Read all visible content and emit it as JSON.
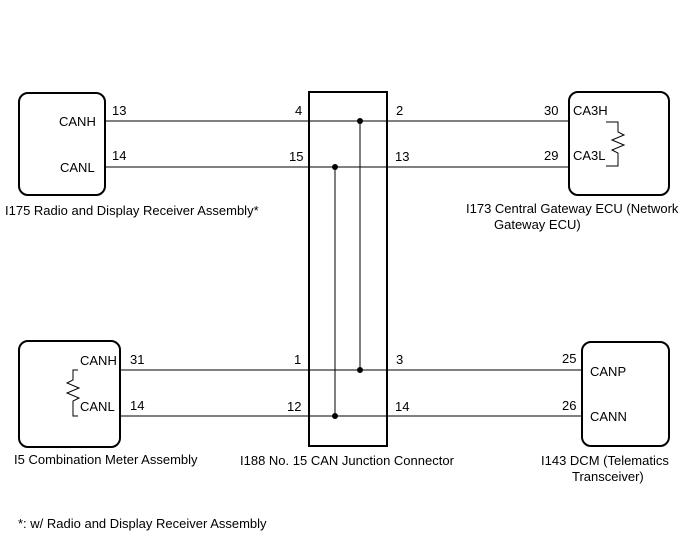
{
  "components": {
    "radio": {
      "labels": [
        "CANH",
        "CANL"
      ],
      "pins": [
        "13",
        "14"
      ],
      "caption": [
        "I175  Radio and Display Receiver Assembly*"
      ]
    },
    "gateway": {
      "labels": [
        "CA3H",
        "CA3L"
      ],
      "pins": [
        "30",
        "29"
      ],
      "caption": [
        "I173 Central Gateway ECU (Network",
        "Gateway ECU)"
      ]
    },
    "meter": {
      "labels": [
        "CANH",
        "CANL"
      ],
      "pins": [
        "31",
        "14"
      ],
      "caption": [
        "I5  Combination Meter Assembly"
      ]
    },
    "dcm": {
      "labels": [
        "CANP",
        "CANN"
      ],
      "pins": [
        "25",
        "26"
      ],
      "caption": [
        "I143  DCM (Telematics",
        "Transceiver)"
      ]
    },
    "junction": {
      "left_pins": [
        "4",
        "15",
        "1",
        "12"
      ],
      "right_pins": [
        "2",
        "13",
        "3",
        "14"
      ],
      "caption": [
        "I188  No. 15 CAN Junction Connector"
      ]
    }
  },
  "footnote": "*: w/ Radio and Display Receiver Assembly"
}
